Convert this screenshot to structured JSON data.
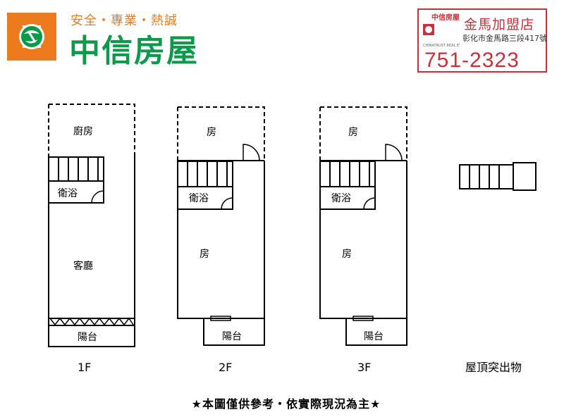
{
  "header": {
    "slogan": "安全・專業・熱誠",
    "brand_name": "中信房屋",
    "colors": {
      "brand_green": "#0a9a4a",
      "brand_orange": "#ee7a1e",
      "shop_red": "#c9303a"
    }
  },
  "shop_card": {
    "mini_brand": "中信房屋",
    "title": "金馬加盟店",
    "address": "彰化市金馬路三段417號",
    "phone": "751-2323"
  },
  "floors": [
    {
      "label": "1F",
      "rooms": [
        "廚房",
        "衛浴",
        "客廳",
        "陽台"
      ]
    },
    {
      "label": "2F",
      "rooms": [
        "房",
        "衛浴",
        "房",
        "陽台"
      ]
    },
    {
      "label": "3F",
      "rooms": [
        "房",
        "衛浴",
        "房",
        "陽台"
      ]
    },
    {
      "label": "屋頂突出物",
      "rooms": []
    }
  ],
  "disclaimer": "★本圖僅供參考・依實際現況為主★"
}
